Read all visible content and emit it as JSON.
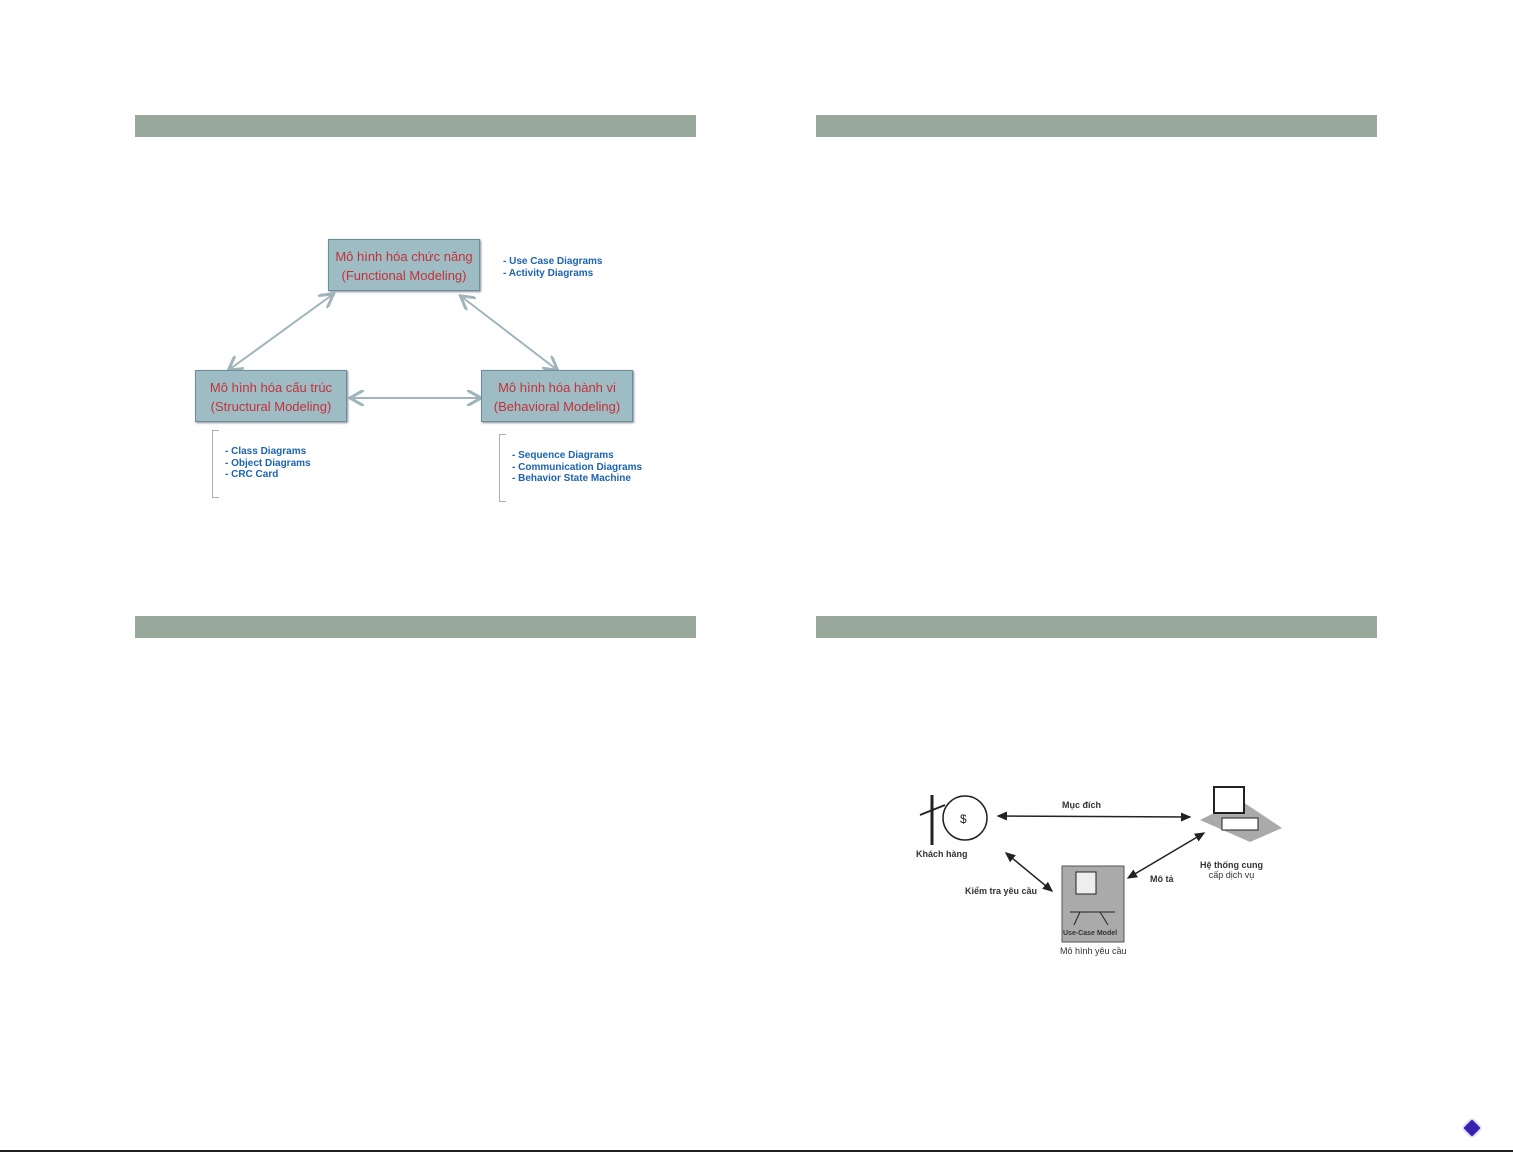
{
  "slide1": {
    "functional": {
      "line1": "Mô hình hóa chức năng",
      "line2": "(Functional Modeling)",
      "items": [
        "- Use Case Diagrams",
        "- Activity Diagrams"
      ]
    },
    "structural": {
      "line1": "Mô hình hóa cấu trúc",
      "line2": "(Structural Modeling)",
      "items": [
        "- Class Diagrams",
        "- Object Diagrams",
        "- CRC Card"
      ]
    },
    "behavioral": {
      "line1": "Mô hình hóa hành vi",
      "line2": "(Behavioral Modeling)",
      "items": [
        "- Sequence Diagrams",
        "- Communication  Diagrams",
        "- Behavior State Machine"
      ]
    }
  },
  "slide4": {
    "customer": "Khách hàng",
    "purpose": "Mục đích",
    "system": [
      "Hệ thống cung",
      "cấp dịch vụ"
    ],
    "describe": "Mô tả",
    "verify": "Kiểm tra yêu cầu",
    "model_title": "Use-Case Model",
    "model_caption": "Mô hình yêu cầu"
  },
  "colors": {
    "header_bar": "#98a89b",
    "box": "#9dbcc4",
    "box_text": "#c3323a",
    "list_text": "#1c63b0"
  }
}
